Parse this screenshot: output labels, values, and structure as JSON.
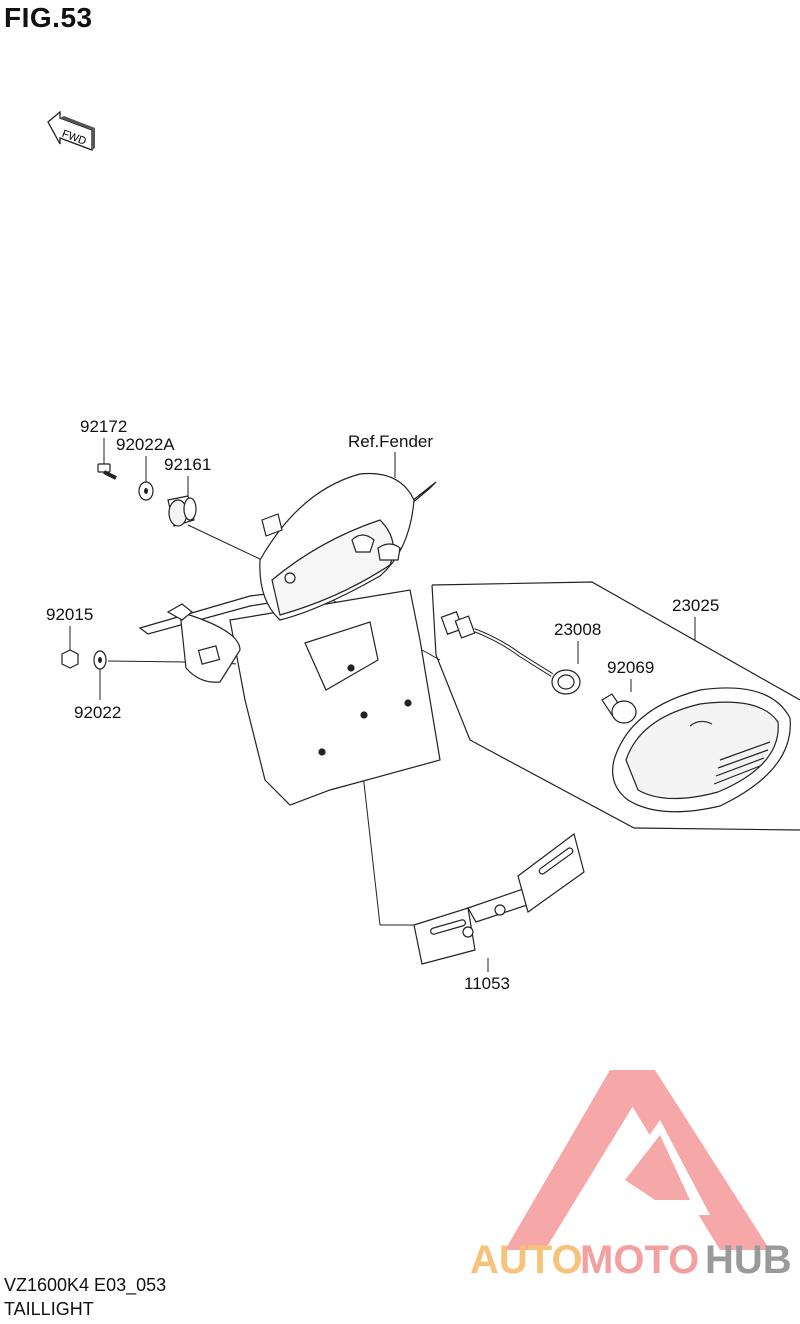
{
  "figure_title": "FIG.53",
  "fwd_label": "FWD",
  "labels": {
    "p92172": "92172",
    "p92022A": "92022A",
    "p92161": "92161",
    "ref_fender": "Ref.Fender",
    "p92015": "92015",
    "p92022": "92022",
    "p23025": "23025",
    "p23008": "23008",
    "p92069": "92069",
    "p11053": "11053"
  },
  "footer": {
    "code": "VZ1600K4 E03_053",
    "name": "TAILLIGHT"
  },
  "watermark": {
    "part1": "AUTO",
    "part2": "MOTO",
    "part3": "HUB",
    "color_primary": "#f4a0a0",
    "color_secondary": "#f7c27a",
    "color_tertiary": "#9a9a9a"
  }
}
